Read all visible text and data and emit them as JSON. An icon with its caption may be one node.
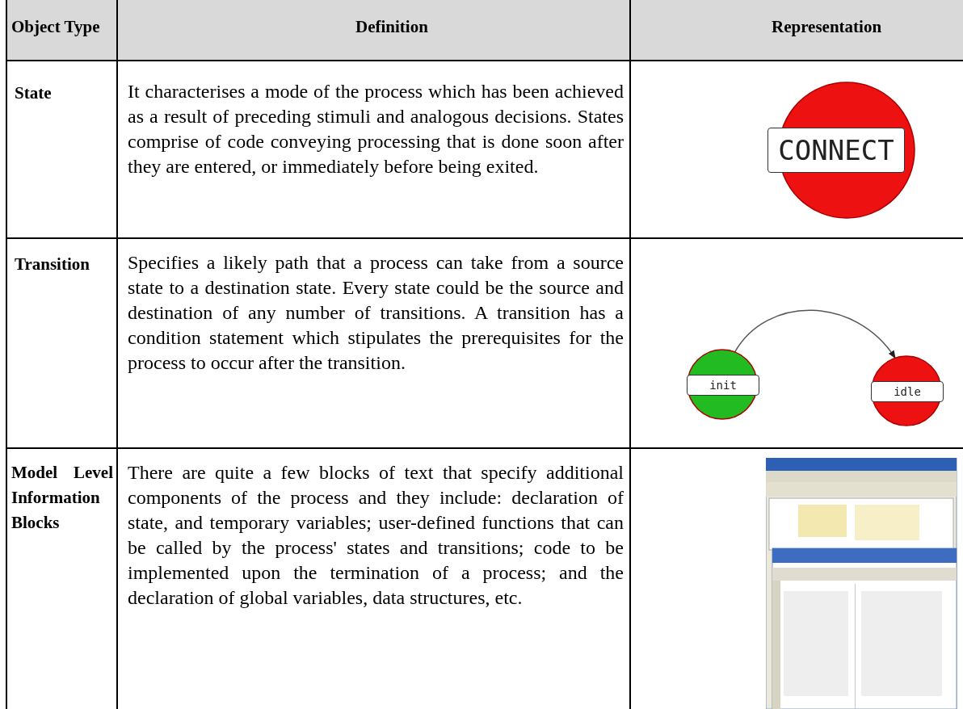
{
  "diagram": {
    "nodes": [
      {
        "text": [
          "CONNECT"
        ]
      },
      {
        "text": [
          "init"
        ]
      },
      {
        "text": [
          "idle"
        ]
      }
    ],
    "edges": [
      {
        "from": 1,
        "to": 2,
        "arrow": "to"
      }
    ],
    "labels": [
      "Object Type",
      "Definition",
      "Representation",
      "State",
      "It characterises a mode of the process which has been achieved as a result of preceding stimuli and analogous decisions. States comprise of code conveying processing that is done soon after they are entered, or immediately before being exited.",
      "Transition",
      "Specifies a likely path that a process can take from a source state to a destination state. Every state could be the source and destination of any number of transitions. A transition has a condition statement which stipulates the prerequisites for the process to occur after the transition.",
      "Model Level Information Blocks",
      "There are quite a few blocks of text that specify additional components of the process and they include: declaration of state, and temporary variables; user-defined functions that can be called by the process' states and transitions; code to be implemented upon the termination of a process; and the declaration of global variables, data structures, etc."
    ]
  }
}
